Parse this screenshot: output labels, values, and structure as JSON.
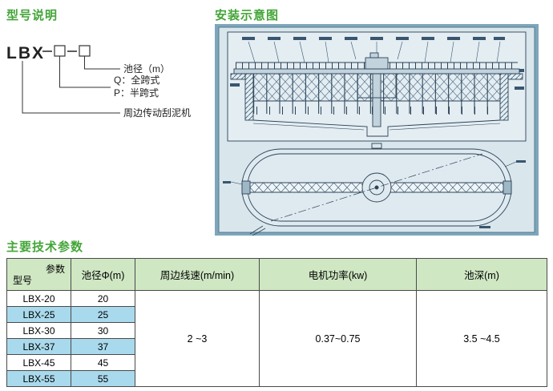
{
  "titles": {
    "model": "型号说明",
    "install": "安装示意图",
    "params": "主要技术参数"
  },
  "model_section": {
    "prefix": "LBX",
    "code_pattern": "LBX—□—□",
    "labels": {
      "diameter": "池径（m）",
      "q": "Q：全跨式",
      "p": "P：半跨式",
      "machine": "周边传动刮泥机"
    }
  },
  "params_table": {
    "corner_top": "参数",
    "corner_bottom": "型号",
    "headers": [
      "池径Φ(m)",
      "周边线速(m/min)",
      "电机功率(kw)",
      "池深(m)"
    ],
    "rows": [
      {
        "model": "LBX-20",
        "diameter": "20"
      },
      {
        "model": "LBX-25",
        "diameter": "25"
      },
      {
        "model": "LBX-30",
        "diameter": "30"
      },
      {
        "model": "LBX-37",
        "diameter": "37"
      },
      {
        "model": "LBX-45",
        "diameter": "45"
      },
      {
        "model": "LBX-55",
        "diameter": "55"
      }
    ],
    "merged": {
      "line_speed": "2 ~3",
      "motor_power": "0.37~0.75",
      "pool_depth": "3.5 ~4.5"
    }
  },
  "colors": {
    "heading_green": "#43a538",
    "table_header_bg": "#cfe7c3",
    "row_alt_blue": "#a9d9ec",
    "drawing_mat_blue": "#7ea6bb",
    "drawing_paper": "#d9e6ec"
  }
}
